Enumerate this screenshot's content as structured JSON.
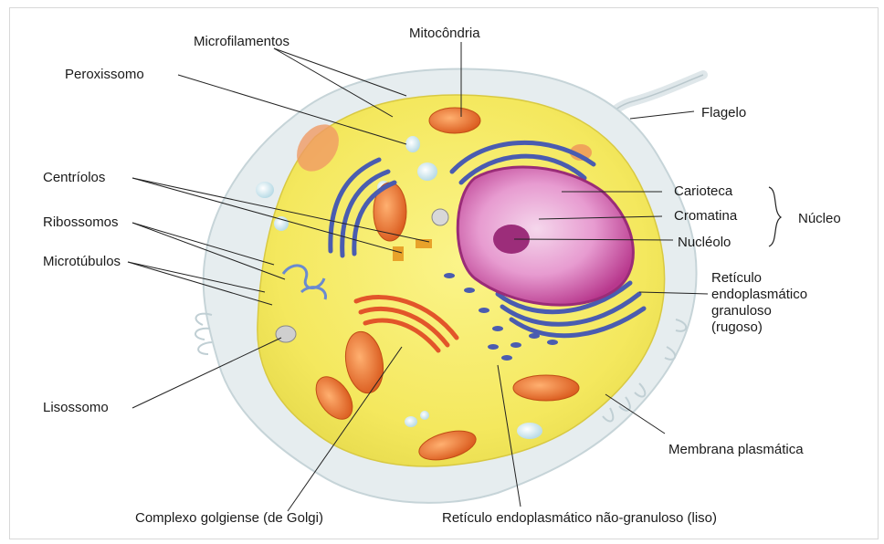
{
  "labels": {
    "microfilamentos": "Microfilamentos",
    "mitocondria": "Mitocôndria",
    "peroxissomo": "Peroxissomo",
    "flagelo": "Flagelo",
    "centriolos": "Centríolos",
    "carioteca": "Carioteca",
    "cromatina": "Cromatina",
    "nucleolo": "Nucléolo",
    "nucleo": "Núcleo",
    "ribossomos": "Ribossomos",
    "microtubulos": "Microtúbulos",
    "reticulo_granuloso": "Retículo\nendoplasmático\ngranuloso\n(rugoso)",
    "lisossomo": "Lisossomo",
    "membrana": "Membrana plasmática",
    "golgi": "Complexo golgiense (de Golgi)",
    "reticulo_liso": "Retículo endoplasmático não-granuloso (liso)"
  },
  "colors": {
    "outer_membrane": "#e4ebee",
    "cytoplasm": "#f6ec6e",
    "nucleus": "#c64a9a",
    "nucleus_light": "#f0c8e4",
    "mitochondria": "#e8772c",
    "reticulum": "#4a5cb0",
    "golgi": "#e2552a",
    "leader_line": "#222222"
  }
}
